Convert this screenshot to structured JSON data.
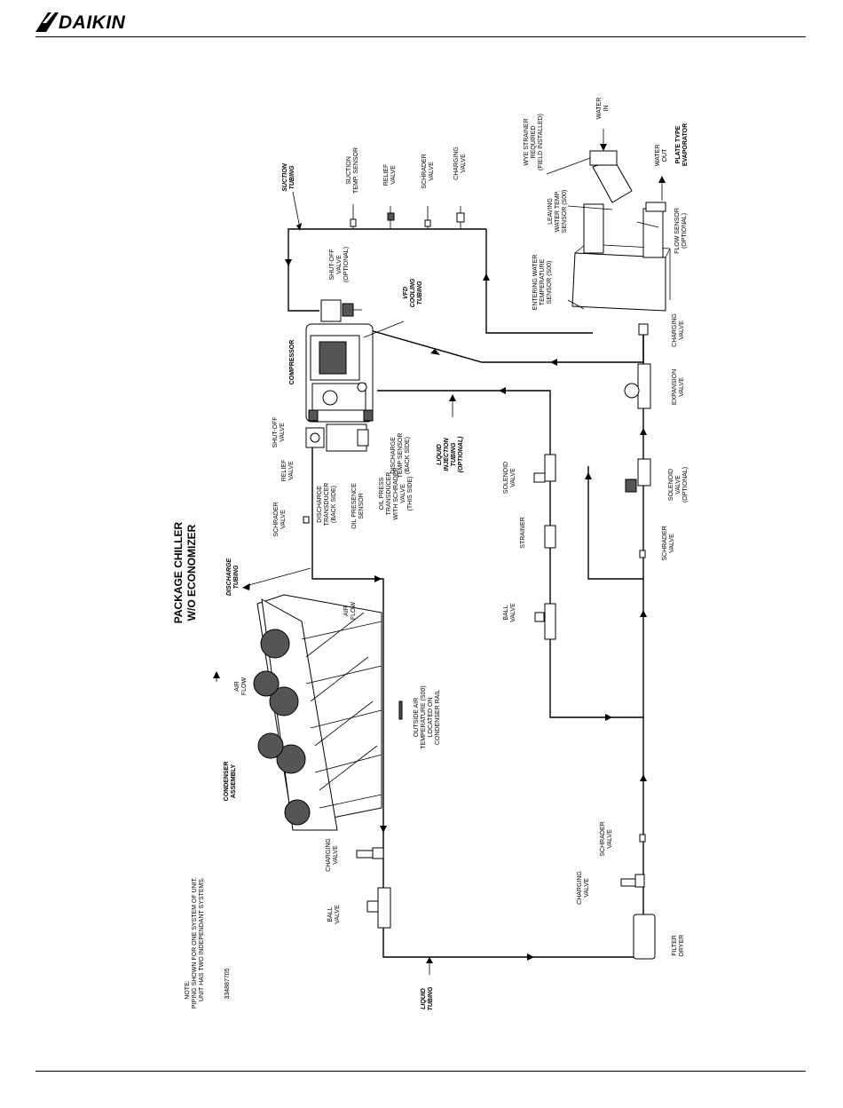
{
  "header": {
    "brand": "DAIKIN"
  },
  "title": {
    "line1": "PACKAGE CHILLER",
    "line2": "W/O ECONOMIZER"
  },
  "note": {
    "line1": "NOTE:",
    "line2": "PIPING SHOWN FOR ONE SYSTEM OF UNIT.",
    "line3": "UNIT HAS TWO INDEPENDANT SYSTEMS.",
    "drawing_number": "334887705"
  },
  "labels": {
    "suction_tubing": [
      "SUCTION",
      "TUBING"
    ],
    "suction_temp_sensor": [
      "SUCTION",
      "TEMP. SENSOR"
    ],
    "relief_valve_top": [
      "RELIEF",
      "VALVE"
    ],
    "schrader_valve_top": [
      "SCHRADER",
      "VALVE"
    ],
    "charging_valve_top": [
      "CHARGING",
      "VALVE"
    ],
    "wye_strainer": [
      "WYE STRAINER",
      "REQUIRED",
      "(FIELD INSTALLED)"
    ],
    "water_in": [
      "WATER",
      "IN"
    ],
    "water_out": [
      "WATER",
      "OUT"
    ],
    "evaporator": [
      "PLATE TYPE",
      "EVAPORATOR"
    ],
    "leaving_water_sensor": [
      "LEAVING",
      "WATER TEMP.",
      "SENSOR (S00)"
    ],
    "flow_sensor": [
      "FLOW SENSOR",
      "(OPTIONAL)"
    ],
    "entering_water_sensor": [
      "ENTERING WATER",
      "TEMPERATURE",
      "SENSOR (S00)"
    ],
    "shutoff_valve_optional": [
      "SHUT-OFF",
      "VALVE",
      "(OPTIONAL)"
    ],
    "vfd_cooling_tubing": [
      "VFD",
      "COOLING",
      "TUBING"
    ],
    "compressor": "COMPRESSOR",
    "charging_valve_evap": [
      "CHARGING",
      "VALVE"
    ],
    "expansion_valve": [
      "EXPANSION",
      "VALVE"
    ],
    "shutoff_valve": [
      "SHUT-OFF",
      "VALVE"
    ],
    "relief_valve_mid": [
      "RELIEF",
      "VALVE"
    ],
    "discharge_temp_sensor": [
      "DISCHARGE",
      "TEMP SENSOR",
      "(BACK SIDE)"
    ],
    "liquid_injection_tubing": [
      "LIQUID",
      "INJECTION",
      "TUBING",
      "(OPTIONAL)"
    ],
    "schrader_valve_mid": [
      "SCHRADER",
      "VALVE"
    ],
    "discharge_transducer": [
      "DISCHARGE",
      "TRANSDUCER",
      "(BACK SIDE)"
    ],
    "oil_presence_sensor": [
      "OIL PRESENCE",
      "SENSOR"
    ],
    "oil_press_transducer": [
      "OIL PRESS",
      "TRANSDUCER",
      "WITH SCHRADER",
      "VALVE",
      "(THIS SIDE)"
    ],
    "solenoid_valve": [
      "SOLENOID",
      "VALVE"
    ],
    "solenoid_valve_optional": [
      "SOLENOID",
      "VALVE",
      "(OPTIONAL)"
    ],
    "discharge_tubing": [
      "DISCHARGE",
      "TUBING"
    ],
    "strainer": "STRAINER",
    "schrader_valve_low": [
      "SCHRADER",
      "VALVE"
    ],
    "air_flow_left": [
      "AIR",
      "FLOW"
    ],
    "air_flow_right": [
      "AIR",
      "FLOW"
    ],
    "ball_valve_mid": [
      "BALL",
      "VALVE"
    ],
    "outside_air_sensor": [
      "OUTSIDE AIR",
      "TEMPERATURE (S00)",
      "LOCATED ON",
      "CONDENSER RAIL"
    ],
    "condenser_assembly": [
      "CONDENSER",
      "ASSEMBLY"
    ],
    "charging_valve_left": [
      "CHARGING",
      "VALVE"
    ],
    "ball_valve_left": [
      "BALL",
      "VALVE"
    ],
    "schrader_valve_right": [
      "SCHRADER",
      "VALVE"
    ],
    "charging_valve_right": [
      "CHARGING",
      "VALVE"
    ],
    "filter_dryer": [
      "FILTER",
      "DRYER"
    ],
    "liquid_tubing": [
      "LIQUID",
      "TUBING"
    ]
  }
}
